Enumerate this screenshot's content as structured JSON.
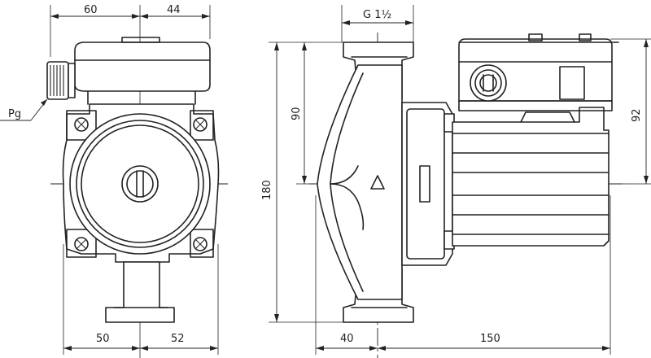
{
  "drawing": {
    "labels": {
      "front_top_left": "60",
      "front_top_right": "44",
      "front_bottom_left": "50",
      "front_bottom_right": "52",
      "pg": "Pg",
      "thread": "G 1½",
      "height_total": "180",
      "height_upper": "90",
      "height_motor": "92",
      "side_bottom_left": "40",
      "side_bottom_right": "150"
    }
  }
}
